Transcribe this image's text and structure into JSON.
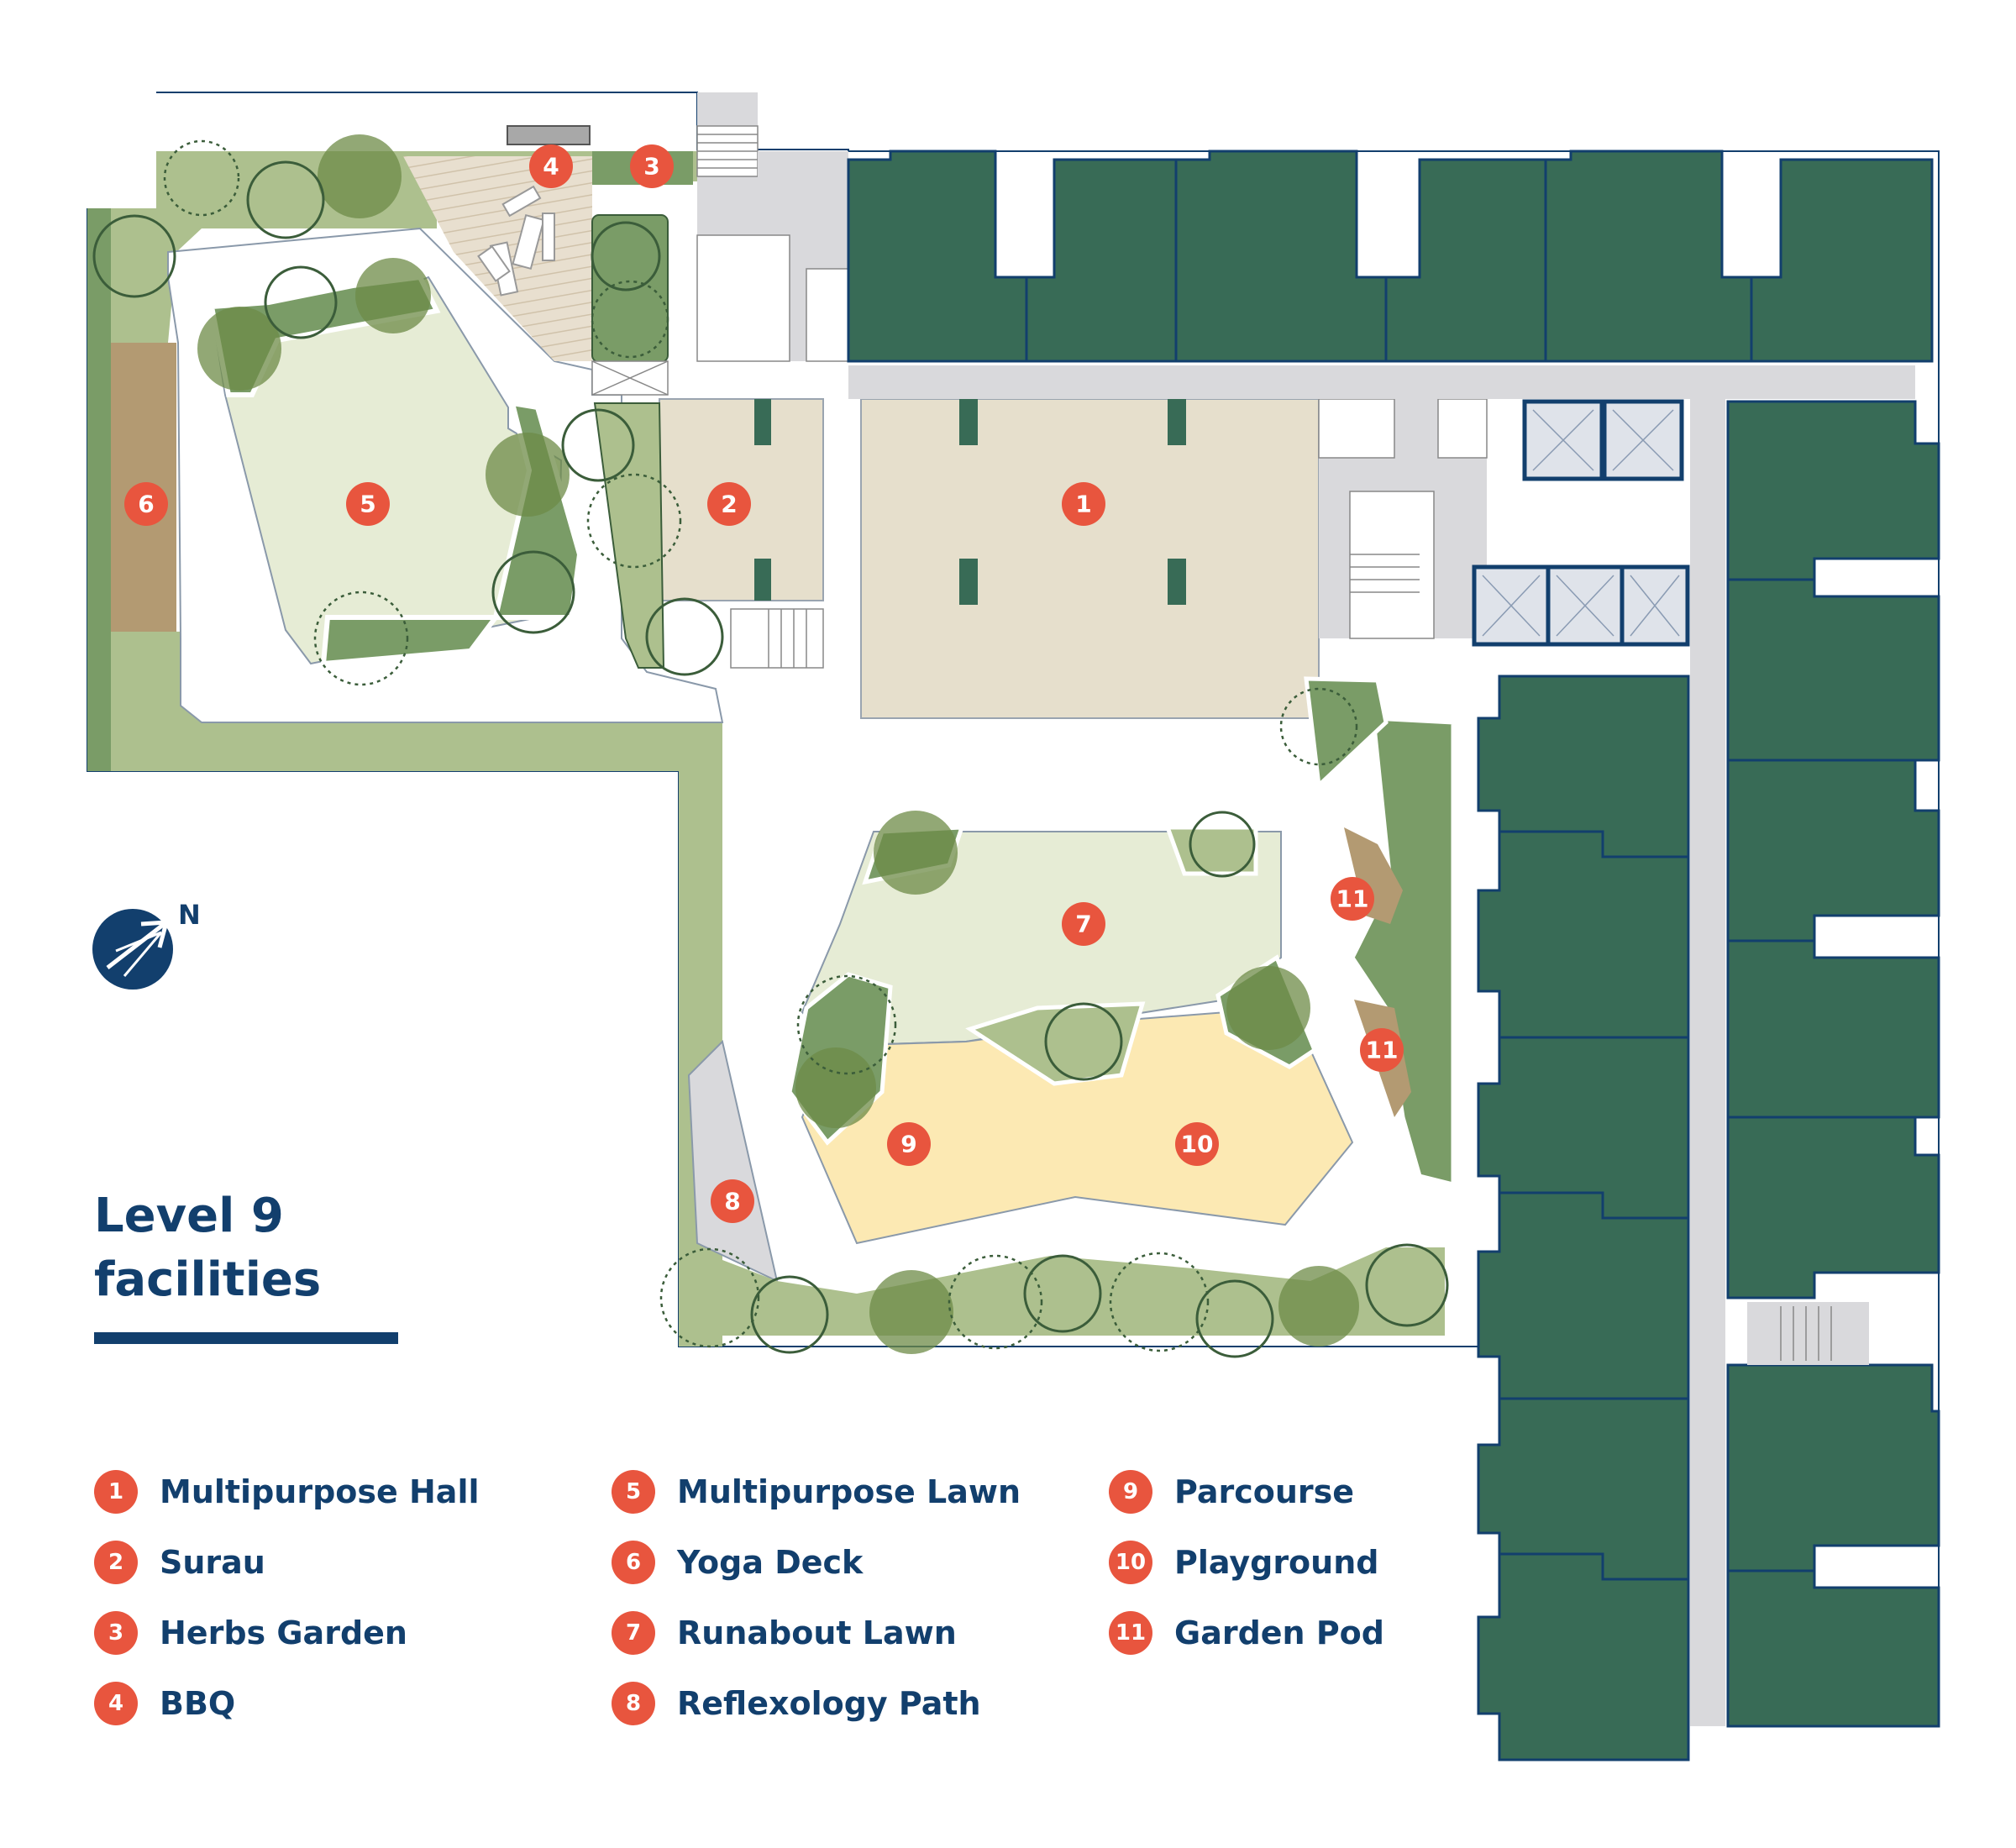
{
  "title": {
    "line1": "Level 9",
    "line2": "facilities"
  },
  "north_label": "N",
  "colors": {
    "unit_green": "#386b56",
    "unit_outline": "#123f6d",
    "marker_red": "#e8553e",
    "lawn": "#e6ecd5",
    "playground": "#fce9b3",
    "planter": "#adc08e",
    "deck": "#b39a72",
    "hall": "#e6dfcc",
    "corridor": "#d9d9dc",
    "tree": "#6d8b47"
  },
  "map_markers": [
    {
      "num": "1"
    },
    {
      "num": "2"
    },
    {
      "num": "3"
    },
    {
      "num": "4"
    },
    {
      "num": "5"
    },
    {
      "num": "6"
    },
    {
      "num": "7"
    },
    {
      "num": "8"
    },
    {
      "num": "9"
    },
    {
      "num": "10"
    },
    {
      "num": "11"
    },
    {
      "num": "11"
    }
  ],
  "legend": [
    {
      "num": "1",
      "label": "Multipurpose Hall"
    },
    {
      "num": "2",
      "label": "Surau"
    },
    {
      "num": "3",
      "label": "Herbs Garden"
    },
    {
      "num": "4",
      "label": "BBQ"
    },
    {
      "num": "5",
      "label": "Multipurpose Lawn"
    },
    {
      "num": "6",
      "label": "Yoga Deck"
    },
    {
      "num": "7",
      "label": "Runabout Lawn"
    },
    {
      "num": "8",
      "label": "Reflexology Path"
    },
    {
      "num": "9",
      "label": "Parcourse"
    },
    {
      "num": "10",
      "label": "Playground"
    },
    {
      "num": "11",
      "label": "Garden Pod"
    }
  ]
}
